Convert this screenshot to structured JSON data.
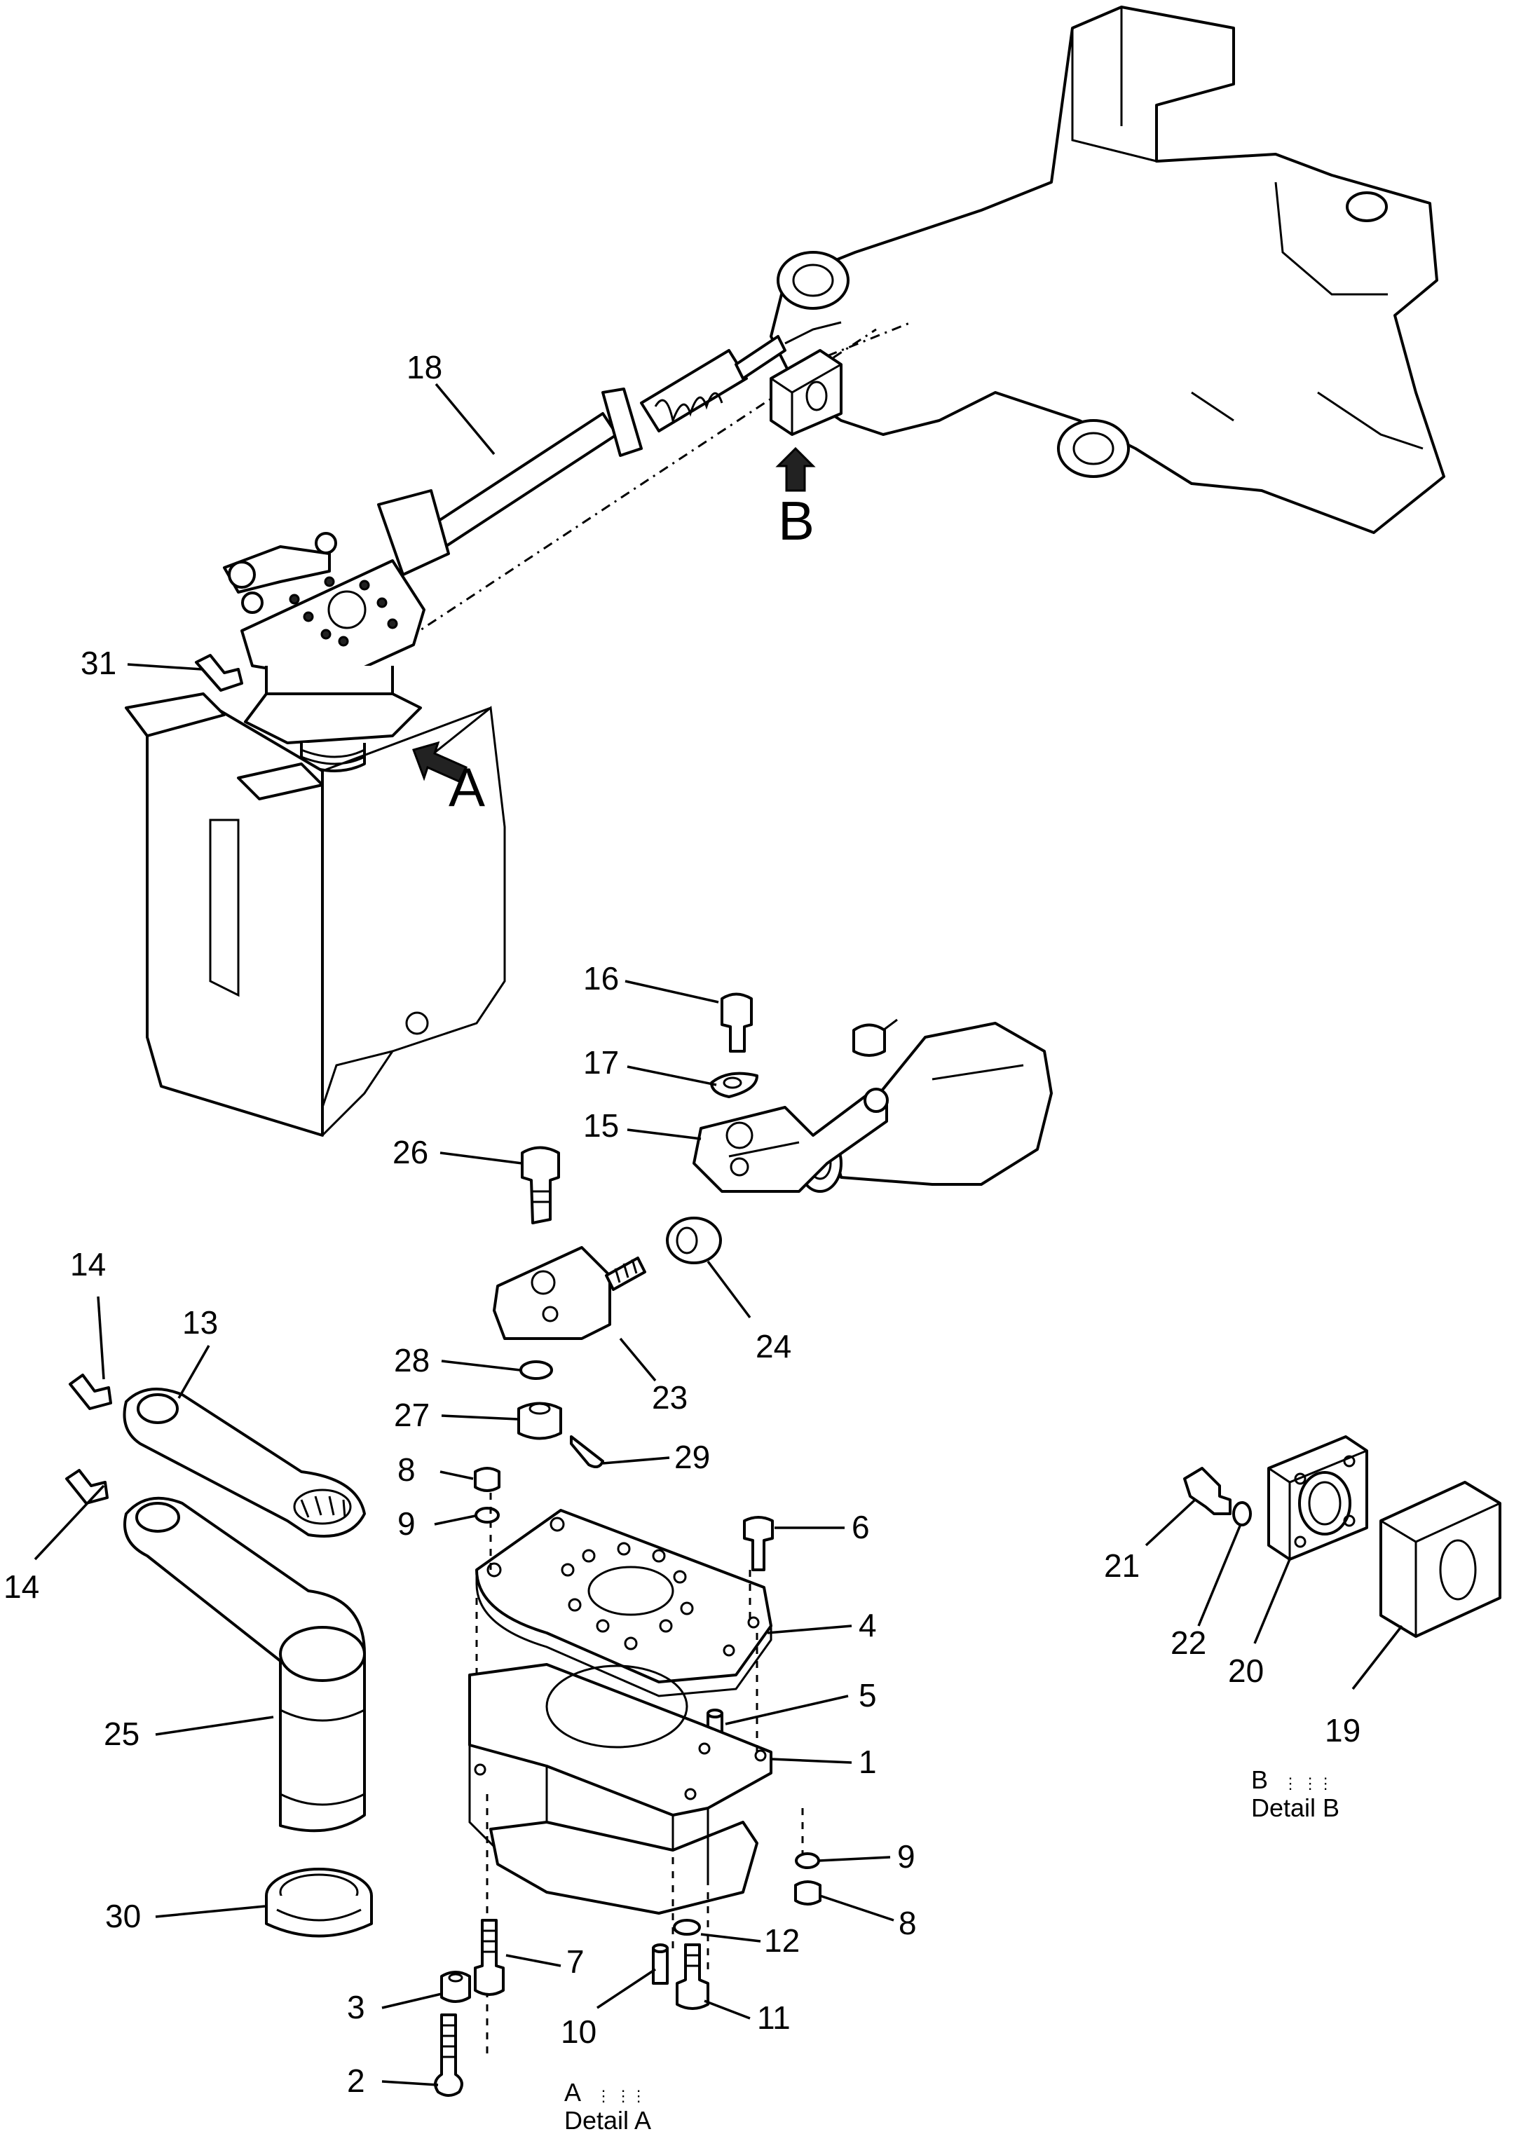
{
  "callouts": {
    "c1": "1",
    "c2": "2",
    "c3": "3",
    "c4": "4",
    "c5": "5",
    "c6": "6",
    "c7": "7",
    "c8a": "8",
    "c8b": "8",
    "c9a": "9",
    "c9b": "9",
    "c10": "10",
    "c11": "11",
    "c12": "12",
    "c13": "13",
    "c14a": "14",
    "c14b": "14",
    "c15": "15",
    "c16": "16",
    "c17": "17",
    "c18": "18",
    "c19": "19",
    "c20": "20",
    "c21": "21",
    "c22": "22",
    "c23": "23",
    "c24": "24",
    "c25": "25",
    "c26": "26",
    "c27": "27",
    "c28": "28",
    "c29": "29",
    "c30": "30",
    "c31": "31"
  },
  "view_arrows": {
    "a": "A",
    "b": "B"
  },
  "details": {
    "a_letter": "A",
    "a_caption": "Detail  A",
    "b_letter": "B",
    "b_caption": "Detail  B"
  }
}
